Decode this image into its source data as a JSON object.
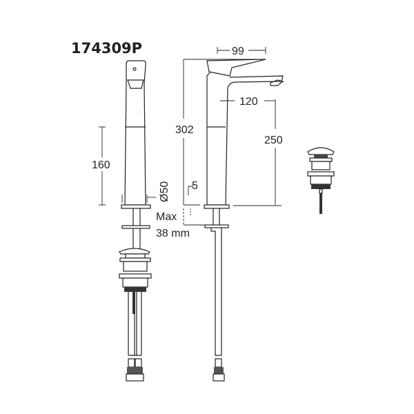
{
  "title": "174309P",
  "dimensions": {
    "width_top": "99",
    "spout_reach": "120",
    "total_height": "302",
    "spout_height": "250",
    "body_height": "160",
    "base_diameter": "Ø50",
    "base_thickness": "5",
    "max_label": "Max",
    "max_value": "38 mm"
  }
}
